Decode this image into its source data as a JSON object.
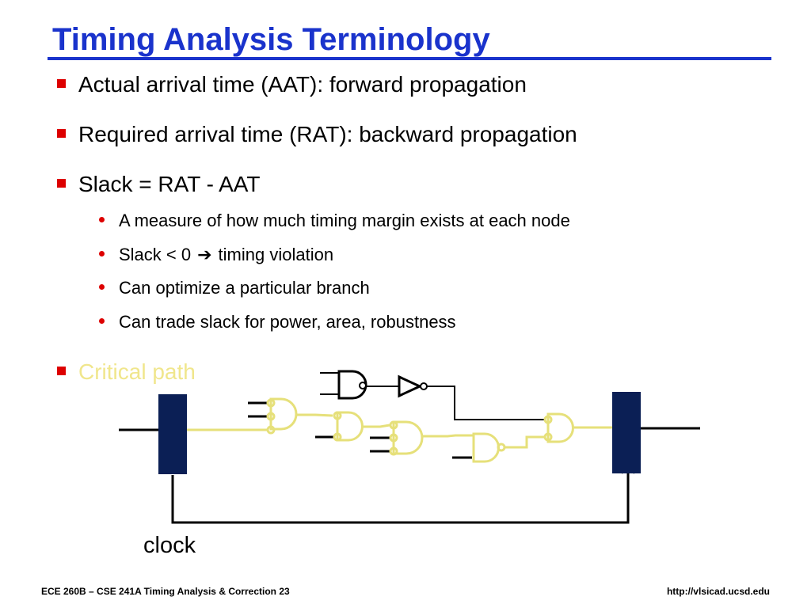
{
  "title": "Timing Analysis Terminology",
  "bullets": [
    "Actual arrival time (AAT): forward propagation",
    "Required arrival time (RAT): backward propagation",
    "Slack = RAT - AAT"
  ],
  "sub_bullets": {
    "measure": "A measure of how much timing margin exists at each node",
    "violation_left": "Slack < 0",
    "violation_right": "timing violation",
    "optimize": "Can optimize a particular branch",
    "trade": "Can trade slack for power, area, robustness"
  },
  "critical_path": "Critical path",
  "clock_label": "clock",
  "footer": {
    "left": "ECE 260B – CSE 241A Timing Analysis & Correction 23",
    "right": "http://vlsicad.ucsd.edu"
  },
  "colors": {
    "title": "#1a33cc",
    "bullet": "#dd0000",
    "critical": "#f0e68c",
    "register": "#0b1f55"
  }
}
